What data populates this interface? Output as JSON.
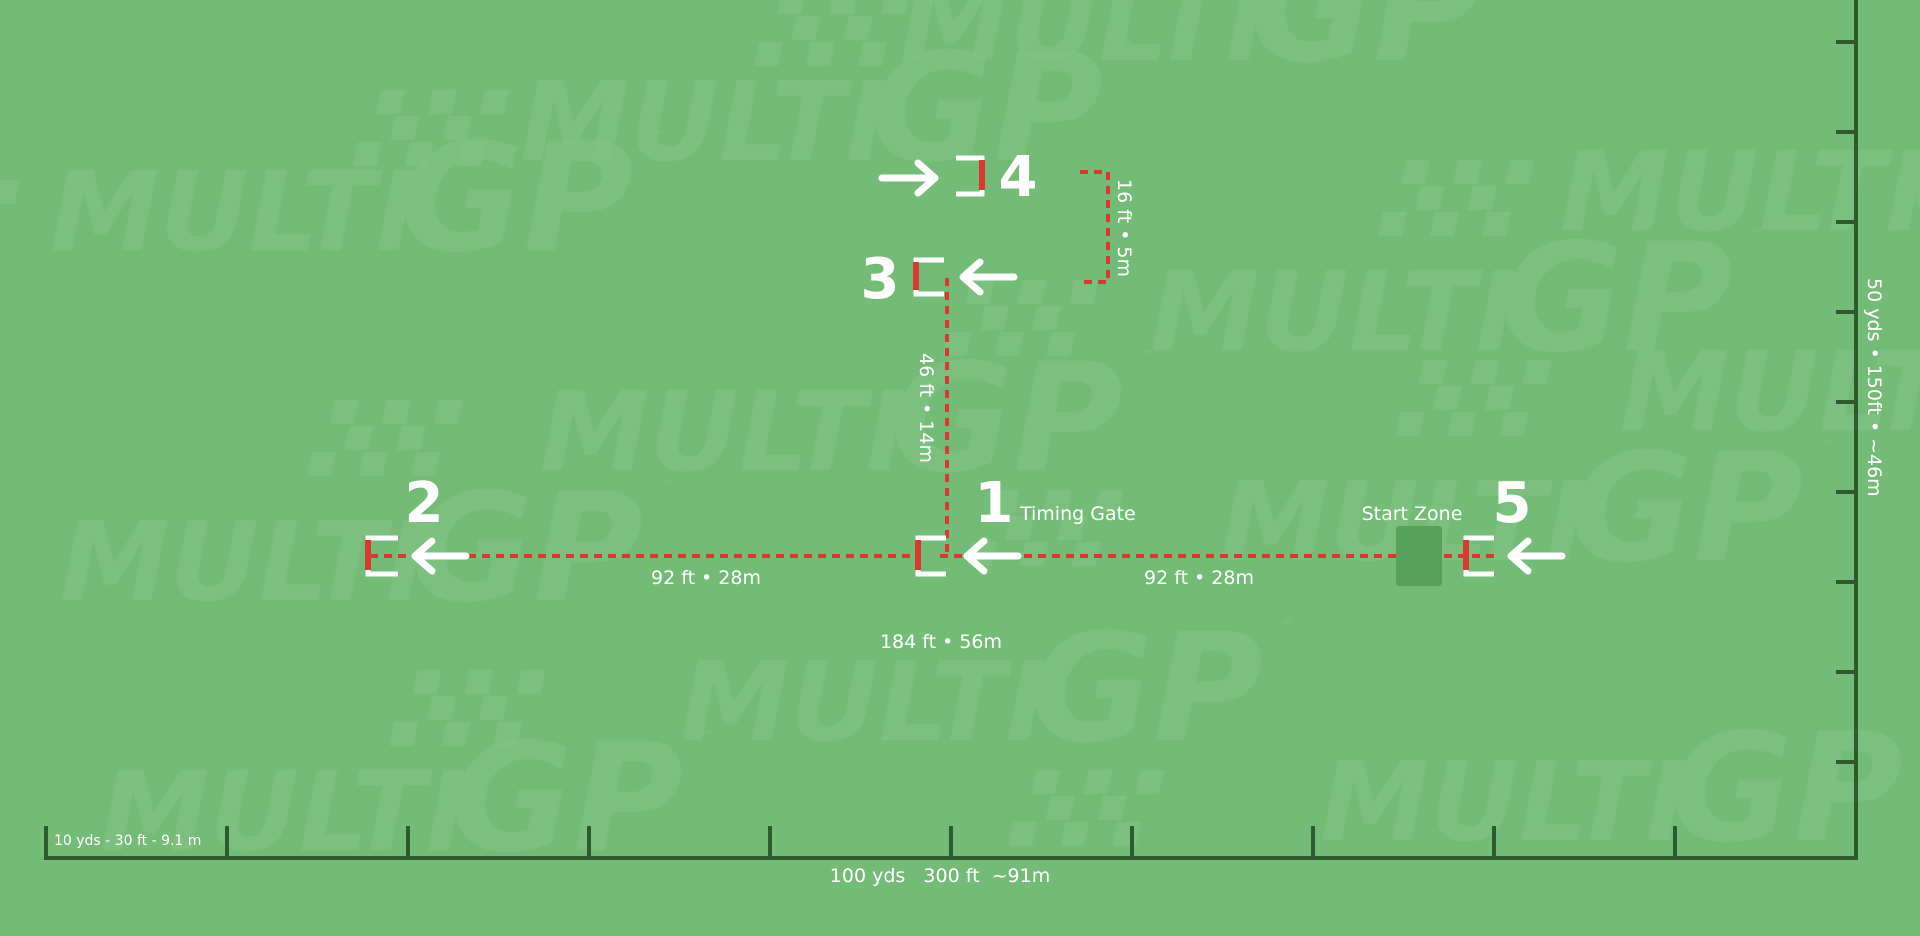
{
  "colors": {
    "background": "#74bb77",
    "watermark": "#83c486",
    "axis": "#2e5a30",
    "path": "#d73a30",
    "gate": "#ffffff",
    "start_zone": "#57a25a",
    "label": "#ffffff"
  },
  "watermark": {
    "main": "MULTI",
    "accent": "GP",
    "tm": "™"
  },
  "gates": {
    "g1": {
      "number": "1",
      "label": "Timing Gate"
    },
    "g2": {
      "number": "2"
    },
    "g3": {
      "number": "3"
    },
    "g4": {
      "number": "4"
    },
    "g5": {
      "number": "5"
    }
  },
  "start_zone": {
    "label": "Start Zone"
  },
  "measurements": {
    "m_2_to_1": "92 ft • 28m",
    "m_1_to_5": "92 ft • 28m",
    "m_total": "184 ft • 56m",
    "m_1_to_3": "46 ft • 14m",
    "m_3_to_4": "16 ft • 5m"
  },
  "axes": {
    "x_scale": "10 yds - 30 ft - 9.1 m",
    "x_total": "100 yds   300 ft  ~91m",
    "y_total": "50 yds • 150ft • ~46m",
    "x_tick_count": 10,
    "y_tick_count": 9
  }
}
